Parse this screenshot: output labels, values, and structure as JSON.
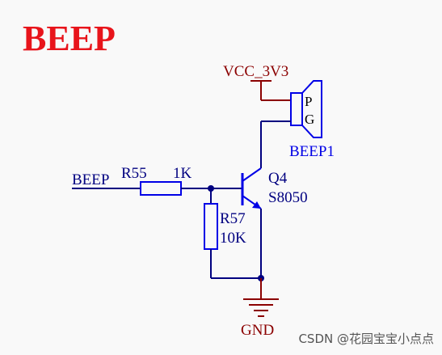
{
  "diagram": {
    "title": "BEEP",
    "net_input_label": "BEEP",
    "supply_label": "VCC_3V3",
    "ground_label": "GND",
    "resistor_series": {
      "ref": "R55",
      "value": "1K"
    },
    "resistor_pulldown": {
      "ref": "R57",
      "value": "10K"
    },
    "transistor": {
      "ref": "Q4",
      "part": "S8050"
    },
    "buzzer": {
      "ref": "BEEP1",
      "pin_p": "P",
      "pin_g": "G"
    }
  },
  "watermark": "CSDN @花园宝宝小点点",
  "colors": {
    "title": "#e8141b",
    "wire": "#000080",
    "component": "#0000e6",
    "text_blue": "#0000e6",
    "text_red": "#8b0000",
    "power_rail": "#8b0000",
    "junction": "#000080"
  }
}
